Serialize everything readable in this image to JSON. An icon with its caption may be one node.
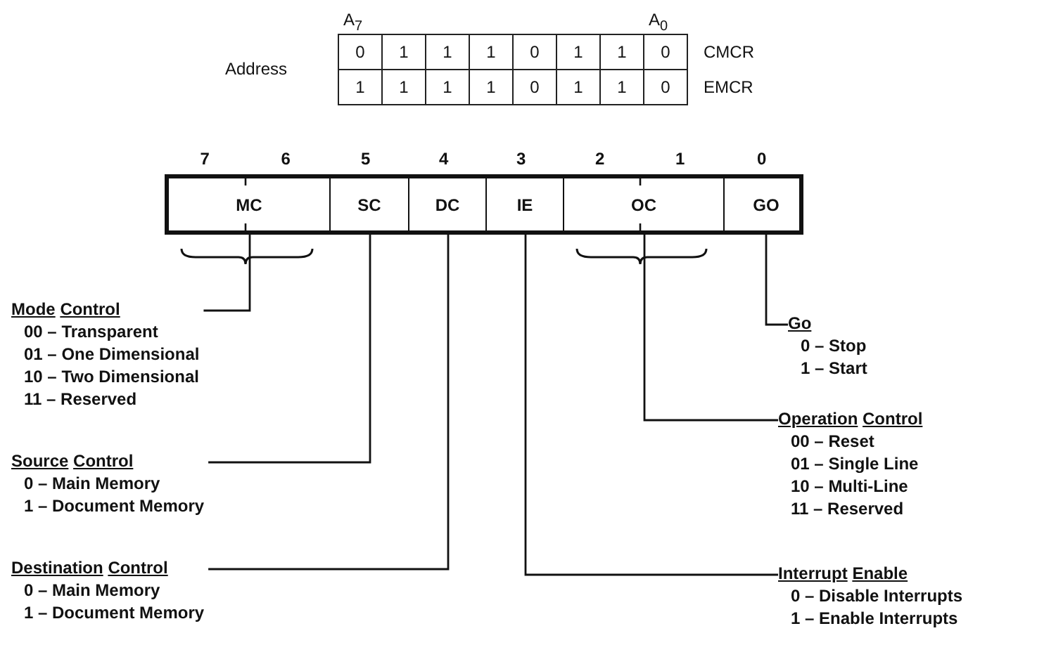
{
  "diagram": {
    "nodes": [
      {
        "text": [],
        "shape": "box"
      },
      {
        "text": [
          "MC"
        ],
        "in": 0,
        "beside": [
          "7",
          "6"
        ]
      },
      {
        "text": [
          "SC"
        ],
        "in": 0,
        "beside": [
          "5"
        ]
      },
      {
        "text": [
          "DC"
        ],
        "in": 0,
        "beside": [
          "4"
        ]
      },
      {
        "text": [
          "IE"
        ],
        "in": 0,
        "beside": [
          "3"
        ]
      },
      {
        "text": [
          "OC"
        ],
        "in": 0,
        "beside": [
          "2",
          "1"
        ]
      },
      {
        "text": [
          "GO"
        ],
        "in": 0,
        "beside": [
          "0"
        ]
      },
      {
        "text": [
          "Mode Control",
          "00 – Transparent",
          "01 – One Dimensional",
          "10 – Two Dimensional",
          "11 – Reserved"
        ]
      },
      {
        "text": [
          "Source Control",
          "0 – Main Memory",
          "1 – Document Memory"
        ]
      },
      {
        "text": [
          "Destination Control",
          "0 – Main Memory",
          "1 – Document Memory"
        ]
      },
      {
        "text": [
          "Go",
          "0 – Stop",
          "1 – Start"
        ]
      },
      {
        "text": [
          "Operation Control",
          "00 – Reset",
          "01 – Single Line",
          "10 – Multi-Line",
          "11 – Reserved"
        ]
      },
      {
        "text": [
          "Interrupt Enable",
          "0 – Disable Interrupts",
          "1 – Enable Interrupts"
        ]
      }
    ],
    "edges": [
      {
        "from": 1,
        "to": 7,
        "arrow": "none"
      },
      {
        "from": 2,
        "to": 8,
        "arrow": "none"
      },
      {
        "from": 3,
        "to": 9,
        "arrow": "none"
      },
      {
        "from": 6,
        "to": 10,
        "arrow": "none"
      },
      {
        "from": 5,
        "to": 11,
        "arrow": "none"
      },
      {
        "from": 4,
        "to": 12,
        "arrow": "none"
      }
    ],
    "labels": [
      "A$_{7}$",
      "A$_{0}$",
      "Address",
      "0",
      "1",
      "1",
      "1",
      "0",
      "1",
      "1",
      "0",
      "CMCR",
      "1",
      "1",
      "1",
      "1",
      "0",
      "1",
      "1",
      "0",
      "EMCR"
    ]
  }
}
